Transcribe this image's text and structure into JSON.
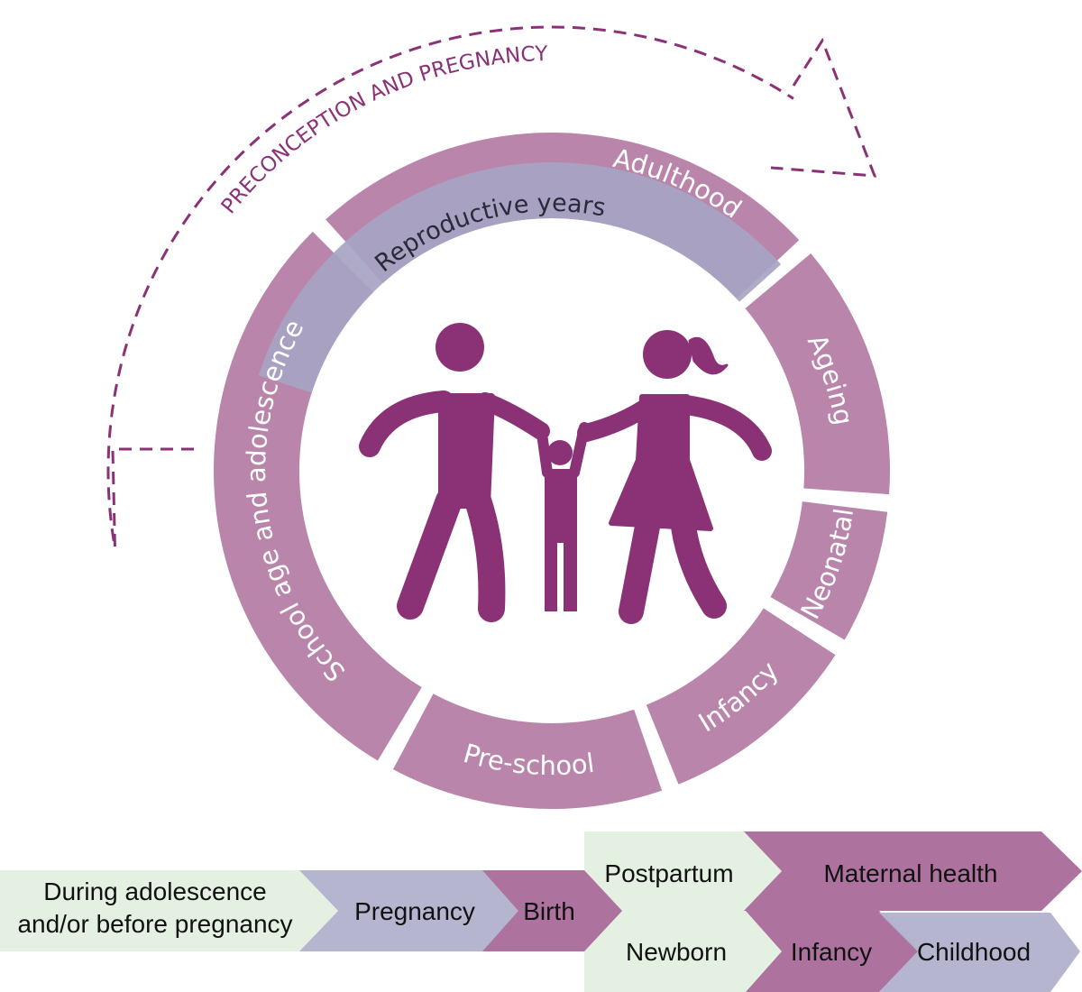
{
  "colors": {
    "ring": "#b985ab",
    "figure": "#8b3277",
    "reproductive": "#a6a4c2",
    "green": "#e4f0e2",
    "lavender": "#b6b5d0",
    "purple": "#ae729f"
  },
  "arrow_label": "PRECONCEPTION AND PREGNANCY",
  "ring": {
    "segments": [
      {
        "label": "Adulthood"
      },
      {
        "label": "Ageing"
      },
      {
        "label": "Neonatal"
      },
      {
        "label": "Infancy"
      },
      {
        "label": "Pre-school"
      },
      {
        "label": "School age and adolescence"
      }
    ],
    "reproductive": "Reproductive years"
  },
  "timeline": {
    "before": [
      "During adolescence",
      "and/or before pregnancy"
    ],
    "pregnancy": "Pregnancy",
    "birth": "Birth",
    "postpartum": "Postpartum",
    "newborn": "Newborn",
    "maternal_health": "Maternal health",
    "infancy": "Infancy",
    "childhood": "Childhood"
  }
}
